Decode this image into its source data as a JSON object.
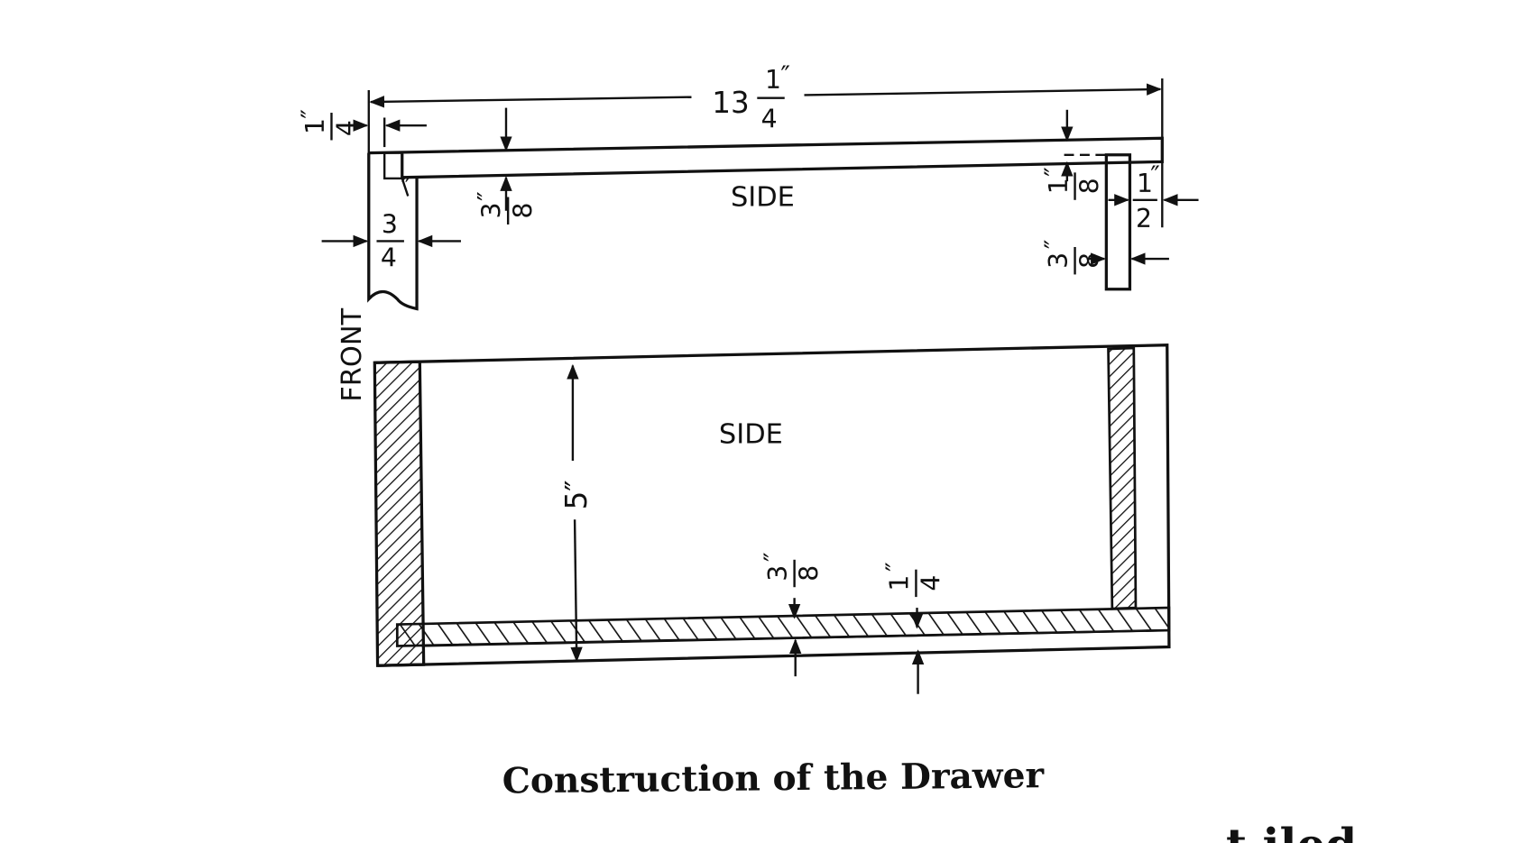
{
  "top_view": {
    "overall_length": {
      "whole": "13",
      "num": "1",
      "den": "4",
      "unit": "″"
    },
    "front_offset": {
      "num": "1",
      "den": "4",
      "unit": "″"
    },
    "front_thickness": {
      "num": "3",
      "den": "4",
      "unit": "″"
    },
    "side_thickness": {
      "num": "3",
      "den": "8",
      "unit": "″"
    },
    "back_groove_depth": {
      "num": "1",
      "den": "8",
      "unit": "″"
    },
    "back_setback": {
      "num": "1",
      "den": "2",
      "unit": "″"
    },
    "back_thickness": {
      "num": "3",
      "den": "8",
      "unit": "″"
    },
    "side_label": "SIDE",
    "front_label": "FRONT"
  },
  "side_view": {
    "height": "5″",
    "side_label": "SIDE",
    "bottom_groove": {
      "num": "3",
      "den": "8",
      "unit": "″"
    },
    "bottom_thickness": {
      "num": "1",
      "den": "4",
      "unit": "″"
    }
  },
  "caption": "Construction of the Drawer",
  "page_fragment": "t          iled"
}
